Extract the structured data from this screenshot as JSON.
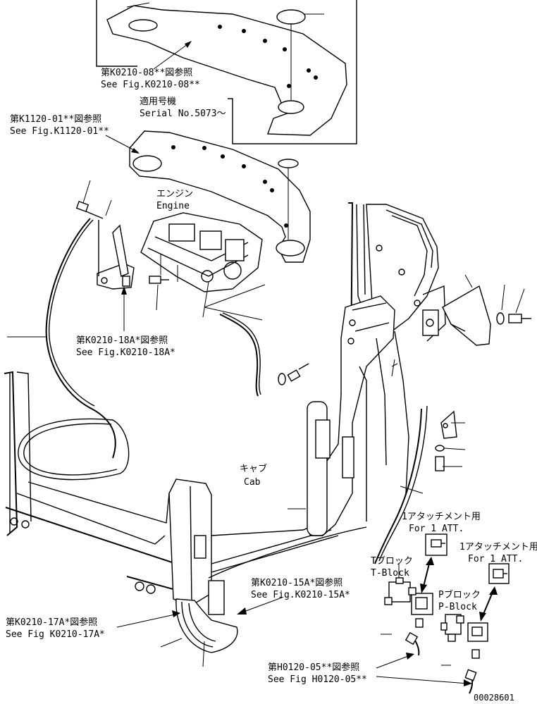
{
  "labels": {
    "ref_k0210_08_jp": "第K0210-08**図参照",
    "ref_k0210_08_en": "See Fig.K0210-08**",
    "serial_jp": "適用号機",
    "serial_en": "Serial No.5073～",
    "ref_k1120_01_jp": "第K1120-01**図参照",
    "ref_k1120_01_en": "See Fig.K1120-01**",
    "engine_jp": "エンジン",
    "engine_en": "Engine",
    "ref_k0210_18a_jp": "第K0210-18A*図参照",
    "ref_k0210_18a_en": "See Fig.K0210-18A*",
    "cab_jp": "キャブ",
    "cab_en": "Cab",
    "att1_jp_a": "1アタッチメント用",
    "att1_en_a": "For 1 ATT.",
    "att1_jp_b": "1アタッチメント用",
    "att1_en_b": "For 1 ATT.",
    "tblock_jp": "Tブロック",
    "tblock_en": "T-Block",
    "pblock_jp": "Pブロック",
    "pblock_en": "P-Block",
    "ref_k0210_15a_jp": "第K0210-15A*図参照",
    "ref_k0210_15a_en": "See Fig.K0210-15A*",
    "ref_k0210_17a_jp": "第K0210-17A*図参照",
    "ref_k0210_17a_en": "See Fig K0210-17A*",
    "ref_h0120_05_jp": "第H0120-05**図参照",
    "ref_h0120_05_en": "See Fig H0120-05**",
    "drawing_no": "00028601"
  }
}
